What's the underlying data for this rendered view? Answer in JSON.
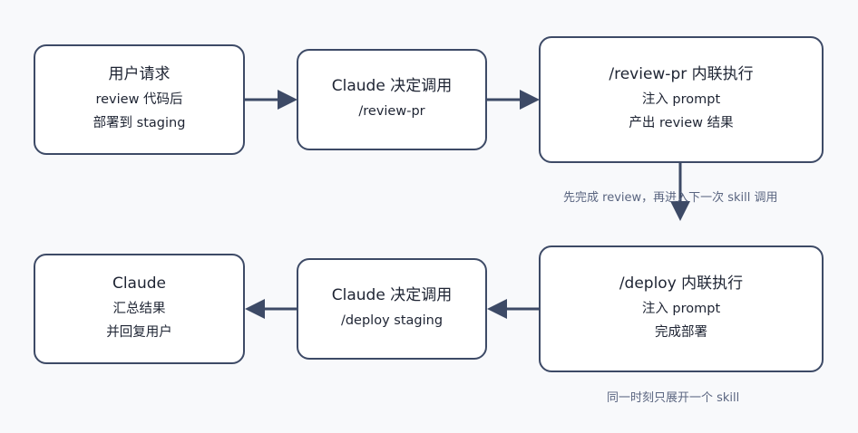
{
  "colors": {
    "background": "#f8f9fb",
    "node_border": "#3d4a66",
    "arrow": "#3d4a66",
    "note_text": "#5a6580"
  },
  "nodes": {
    "user_request": {
      "title": "用户请求",
      "lines": [
        "review 代码后",
        "部署到 staging"
      ]
    },
    "decide_review": {
      "title": "Claude 决定调用",
      "lines": [
        "/review-pr"
      ]
    },
    "review_inline": {
      "title": "/review-pr 内联执行",
      "lines": [
        "注入 prompt",
        "产出 review 结果"
      ]
    },
    "deploy_inline": {
      "title": "/deploy 内联执行",
      "lines": [
        "注入 prompt",
        "完成部署"
      ]
    },
    "decide_deploy": {
      "title": "Claude 决定调用",
      "lines": [
        "/deploy staging"
      ]
    },
    "final": {
      "title": "Claude",
      "lines": [
        "汇总结果",
        "并回复用户"
      ]
    }
  },
  "notes": {
    "sequential": "先完成 review，再进入下一次 skill 调用",
    "one_at_a_time": "同一时刻只展开一个 skill"
  }
}
